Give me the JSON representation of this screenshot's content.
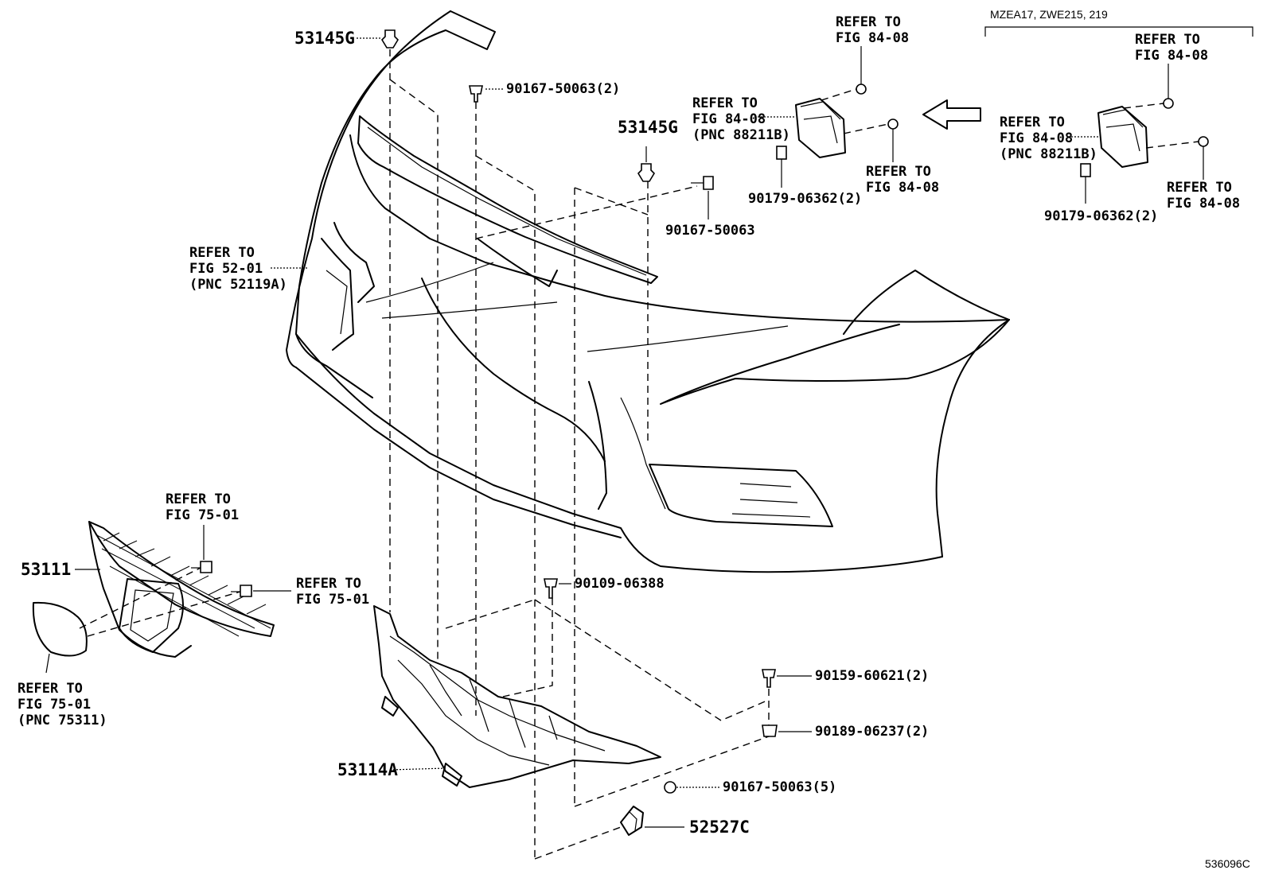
{
  "illustration_code": "536096C",
  "variant_header": "MZEA17, ZWE215, 219",
  "parts": {
    "clip_53145G_top": "53145G",
    "clip_53145G_mid": "53145G",
    "screw_90167_50063_2": "90167-50063(2)",
    "screw_90167_50063": "90167-50063",
    "grille_53111": "53111",
    "bolt_90109_06388": "90109-06388",
    "bolt_90159_60621_2": "90159-60621(2)",
    "nut_90189_06237_2": "90189-06237(2)",
    "retainer_53114A": "53114A",
    "screw_90167_50063_5": "90167-50063(5)",
    "bracket_52527C": "52527C",
    "nut_90179_06362_2_a": "90179-06362(2)",
    "nut_90179_06362_2_b": "90179-06362(2)"
  },
  "references": {
    "fig_52_01": [
      "REFER TO",
      "FIG 52-01",
      "(PNC 52119A)"
    ],
    "fig_84_08_top": [
      "REFER TO",
      "FIG 84-08"
    ],
    "fig_84_08_sensor": [
      "REFER TO",
      "FIG 84-08",
      "(PNC 88211B)"
    ],
    "fig_84_08_right": [
      "REFER TO",
      "FIG 84-08"
    ],
    "fig_84_08_v_top": [
      "REFER TO",
      "FIG 84-08"
    ],
    "fig_84_08_v_sensor": [
      "REFER TO",
      "FIG 84-08",
      "(PNC 88211B)"
    ],
    "fig_84_08_v_right": [
      "REFER TO",
      "FIG 84-08"
    ],
    "fig_75_01_top": [
      "REFER TO",
      "FIG 75-01"
    ],
    "fig_75_01_right": [
      "REFER TO",
      "FIG 75-01"
    ],
    "fig_75_01_bottom": [
      "REFER TO",
      "FIG 75-01",
      "(PNC 75311)"
    ]
  }
}
